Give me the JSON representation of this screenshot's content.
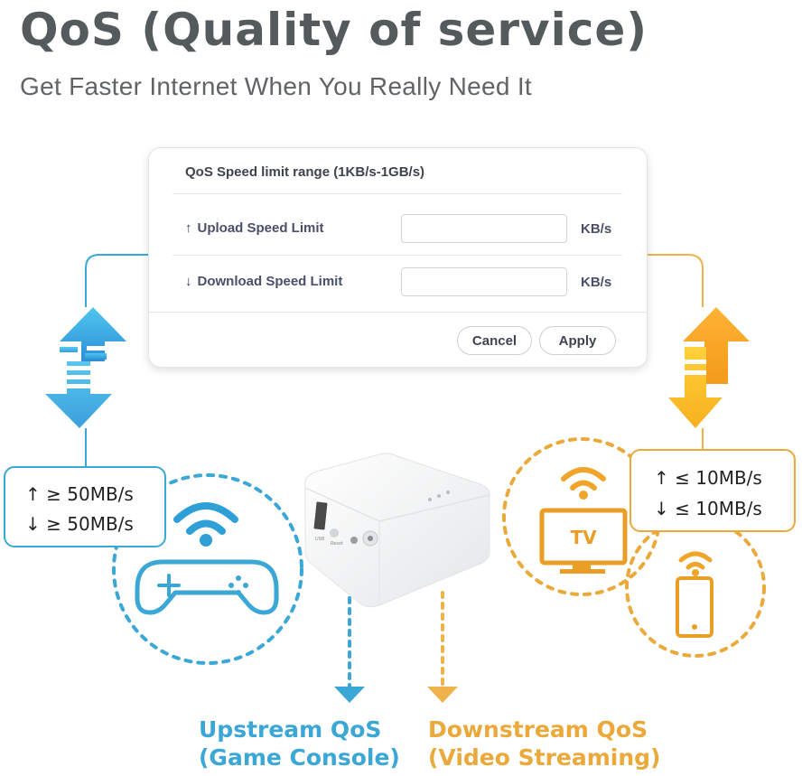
{
  "header": {
    "title": "QoS (Quality of service)",
    "subtitle": "Get Faster Internet When You Really Need It"
  },
  "dialog": {
    "title": "QoS Speed limit range (1KB/s-1GB/s)",
    "upload": {
      "arrow": "↑",
      "label": "Upload Speed Limit",
      "value": "",
      "unit": "KB/s"
    },
    "download": {
      "arrow": "↓",
      "label": "Download Speed Limit",
      "value": "",
      "unit": "KB/s"
    },
    "cancel_label": "Cancel",
    "apply_label": "Apply"
  },
  "upstream": {
    "color": "#3aa7d6",
    "speeds": [
      {
        "arrow": "↑",
        "text": "≥ 50MB/s"
      },
      {
        "arrow": "↓",
        "text": "≥ 50MB/s"
      }
    ],
    "label_line1": "Upstream QoS",
    "label_line2": "(Game Console)"
  },
  "downstream": {
    "color": "#eaa93a",
    "speeds": [
      {
        "arrow": "↑",
        "text": "≤ 10MB/s"
      },
      {
        "arrow": "↓",
        "text": "≤ 10MB/s"
      }
    ],
    "label_line1": "Downstream QoS",
    "label_line2": "(Video Streaming)",
    "tv_text": "TV"
  },
  "router": {
    "port_labels": [
      "USB",
      "Reset"
    ]
  },
  "icons": [
    "gamepad-icon",
    "wifi-icon",
    "tv-icon",
    "phone-icon",
    "router-icon",
    "up-down-arrow-icon"
  ]
}
